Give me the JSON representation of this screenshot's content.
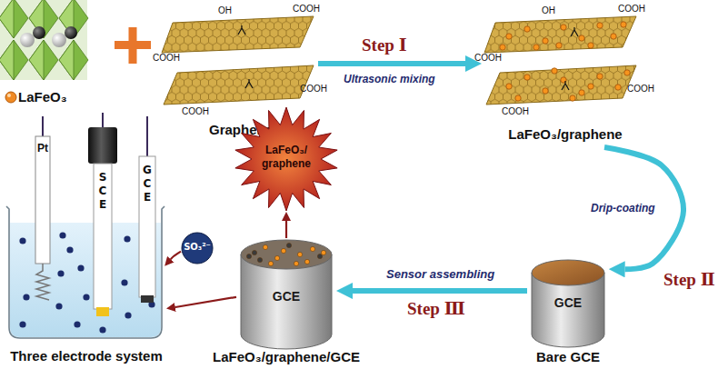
{
  "diagram": {
    "nodes": [
      {
        "text": [
          "LaFeO₃"
        ]
      },
      {
        "text": [
          "Graphene"
        ]
      },
      {
        "text": [
          "LaFeO₃/graphene"
        ]
      },
      {
        "text": [
          "GCE",
          "Bare GCE"
        ]
      },
      {
        "text": [
          "GCE",
          "LaFeO₃/graphene/GCE"
        ]
      },
      {
        "text": [
          "LaFeO₃/ graphene"
        ]
      },
      {
        "text": [
          "Three electrode system"
        ]
      },
      {
        "text": [
          "Pt"
        ],
        "in": 6
      },
      {
        "text": [
          "SCE"
        ],
        "in": 6
      },
      {
        "text": [
          "GCE"
        ],
        "in": 6
      },
      {
        "text": [
          "SO₃²⁻"
        ]
      }
    ],
    "edges": [
      {
        "from": 1,
        "to": 2,
        "label": "Step Ⅰ",
        "arrow": "to"
      },
      {
        "from": 2,
        "to": 3,
        "label": "Step Ⅱ",
        "arrow": "to"
      },
      {
        "from": 3,
        "to": 4,
        "label": "Step Ⅲ",
        "arrow": "to"
      },
      {
        "from": 4,
        "to": 5,
        "arrow": "to"
      },
      {
        "from": 4,
        "to": 6,
        "arrow": "to"
      },
      {
        "from": 10,
        "to": 6,
        "arrow": "to"
      }
    ],
    "labels": [
      "OH",
      "COOH",
      "COOH",
      "COOH",
      "COOH",
      "OH",
      "COOH",
      "COOH",
      "COOH",
      "COOH",
      "Ultrasonic mixing",
      "Drip-coating",
      "Sensor assembling"
    ]
  }
}
